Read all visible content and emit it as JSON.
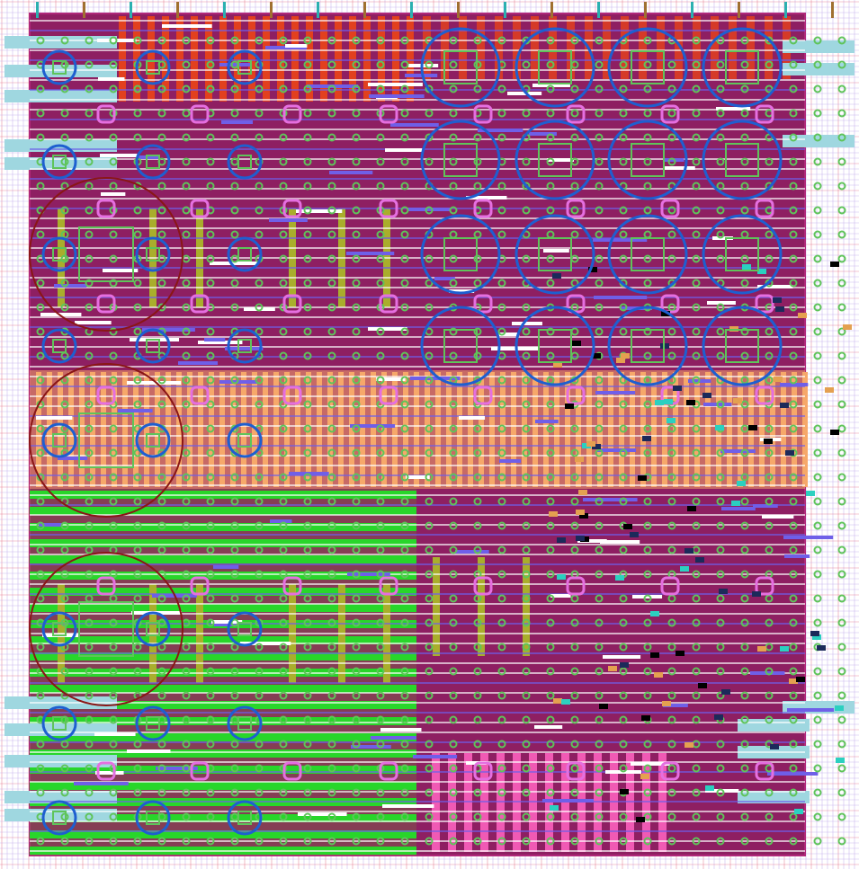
{
  "canvas": {
    "background": "#ffffff",
    "die_fill": "#8e1f62",
    "die_stroke": "#b0287a"
  },
  "colors": {
    "metal_red": "#e2401e",
    "metal_orange": "#f6a86a",
    "metal_green": "#28d62a",
    "metal_cyan": "#9fd7e0",
    "metal_olive": "#a9ae2c",
    "metal_pink": "#f05ab4",
    "via_green": "#5fc45a",
    "via_pink": "#e56fe0",
    "track_blue": "#6f5fe8",
    "track_white": "#ffffff",
    "ring_blue": "#1e5fd0",
    "ring_darkred": "#8a1616",
    "grid_purple": "#b7a0ea",
    "grid_red": "#e0607a"
  },
  "regions": {
    "top_left": "macro-grid",
    "top_right": "decap-array",
    "middle_band": "orange-power-strap",
    "bottom_left": "green-metal-field",
    "bottom_right": "logic-field",
    "bottom_pink": "pink-strap-field"
  },
  "icons": {
    "small_via": "via-square-icon",
    "large_via": "pad-ring-icon",
    "keepout": "keepout-circle-icon"
  }
}
